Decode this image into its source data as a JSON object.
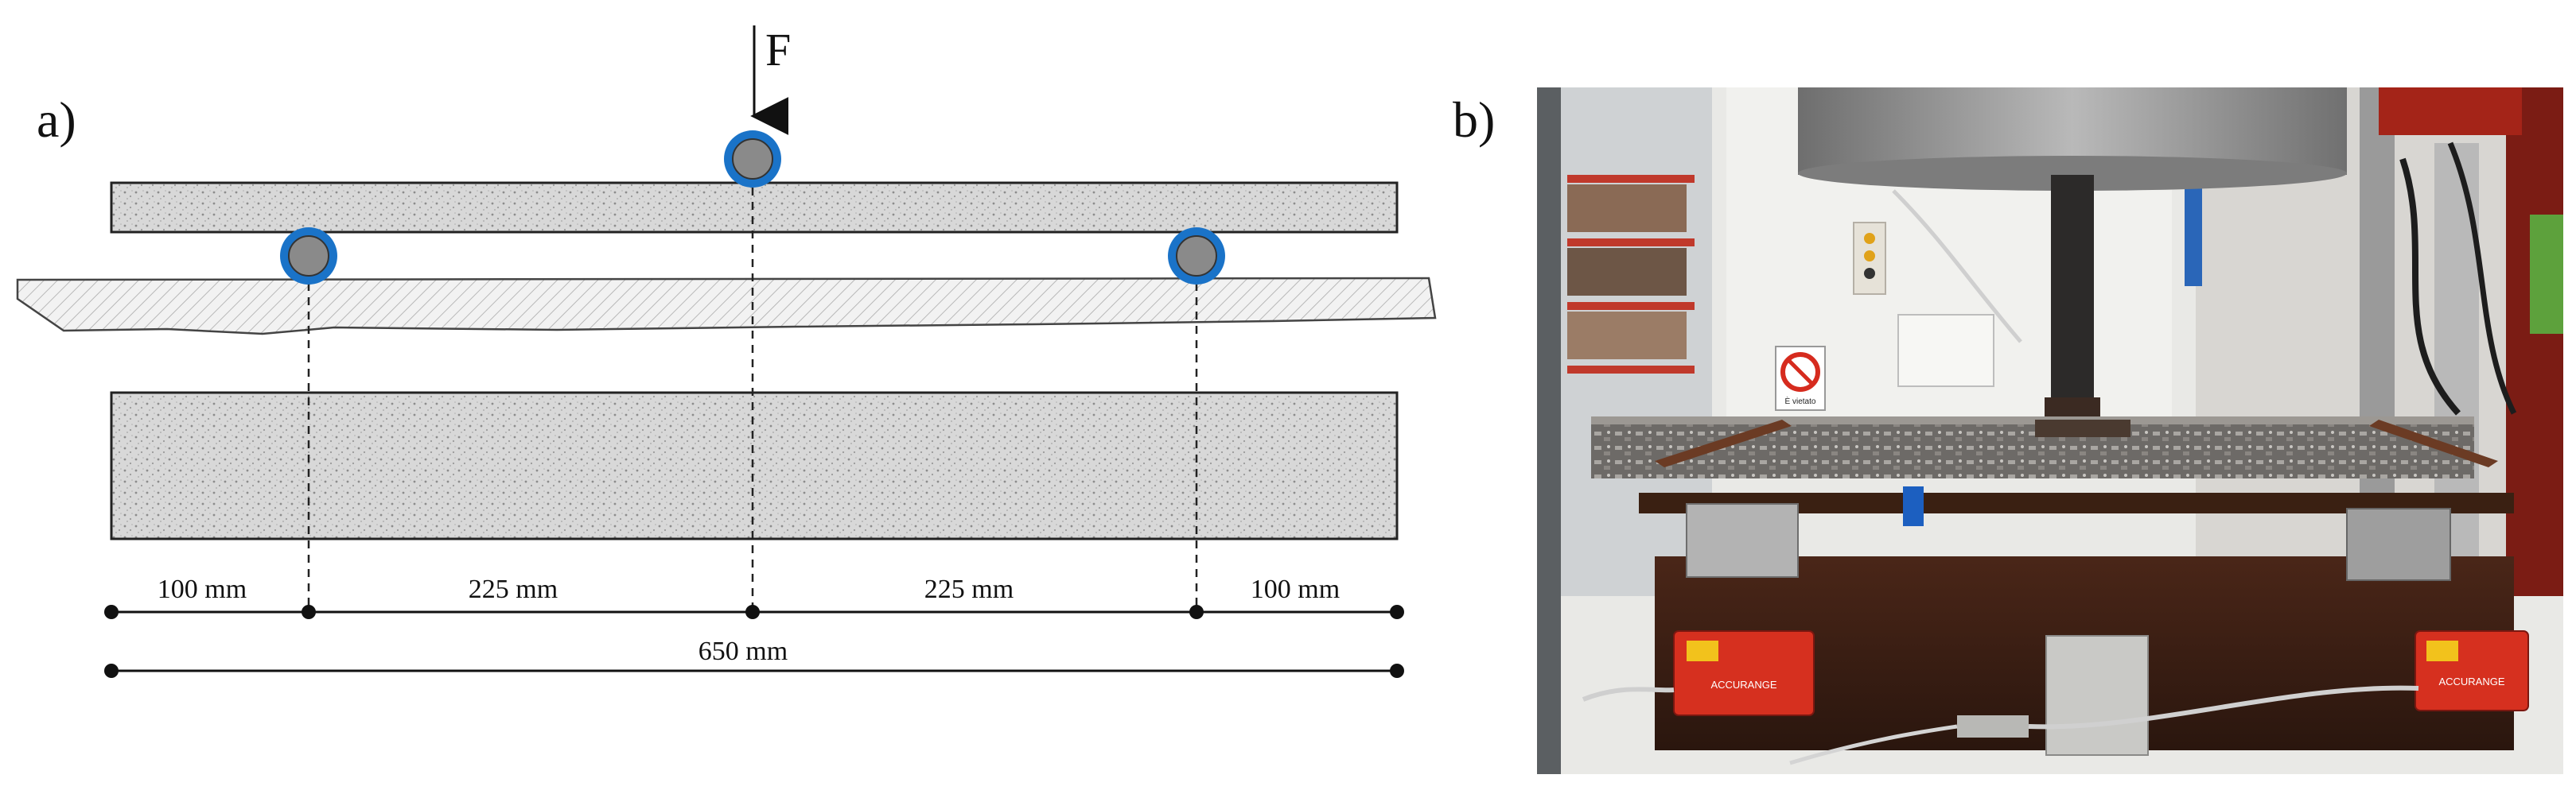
{
  "panels": {
    "a": {
      "label": "a)"
    },
    "b": {
      "label": "b)"
    }
  },
  "diagram": {
    "force_label": "F",
    "dimensions": {
      "segments": [
        "100 mm",
        "225 mm",
        "225 mm",
        "100 mm"
      ],
      "total": "650 mm"
    },
    "colors": {
      "roller_ring": "#1a73c8",
      "roller_core": "#8a8a8a",
      "concrete": "#d4d4d4"
    }
  },
  "photo": {
    "sign_text": "È vietato",
    "sensor_brand": "ACCURANGE",
    "colors": {
      "sensor": "#d6301f",
      "beam": "#5a2d1c",
      "press": "#8e8e8e"
    }
  }
}
